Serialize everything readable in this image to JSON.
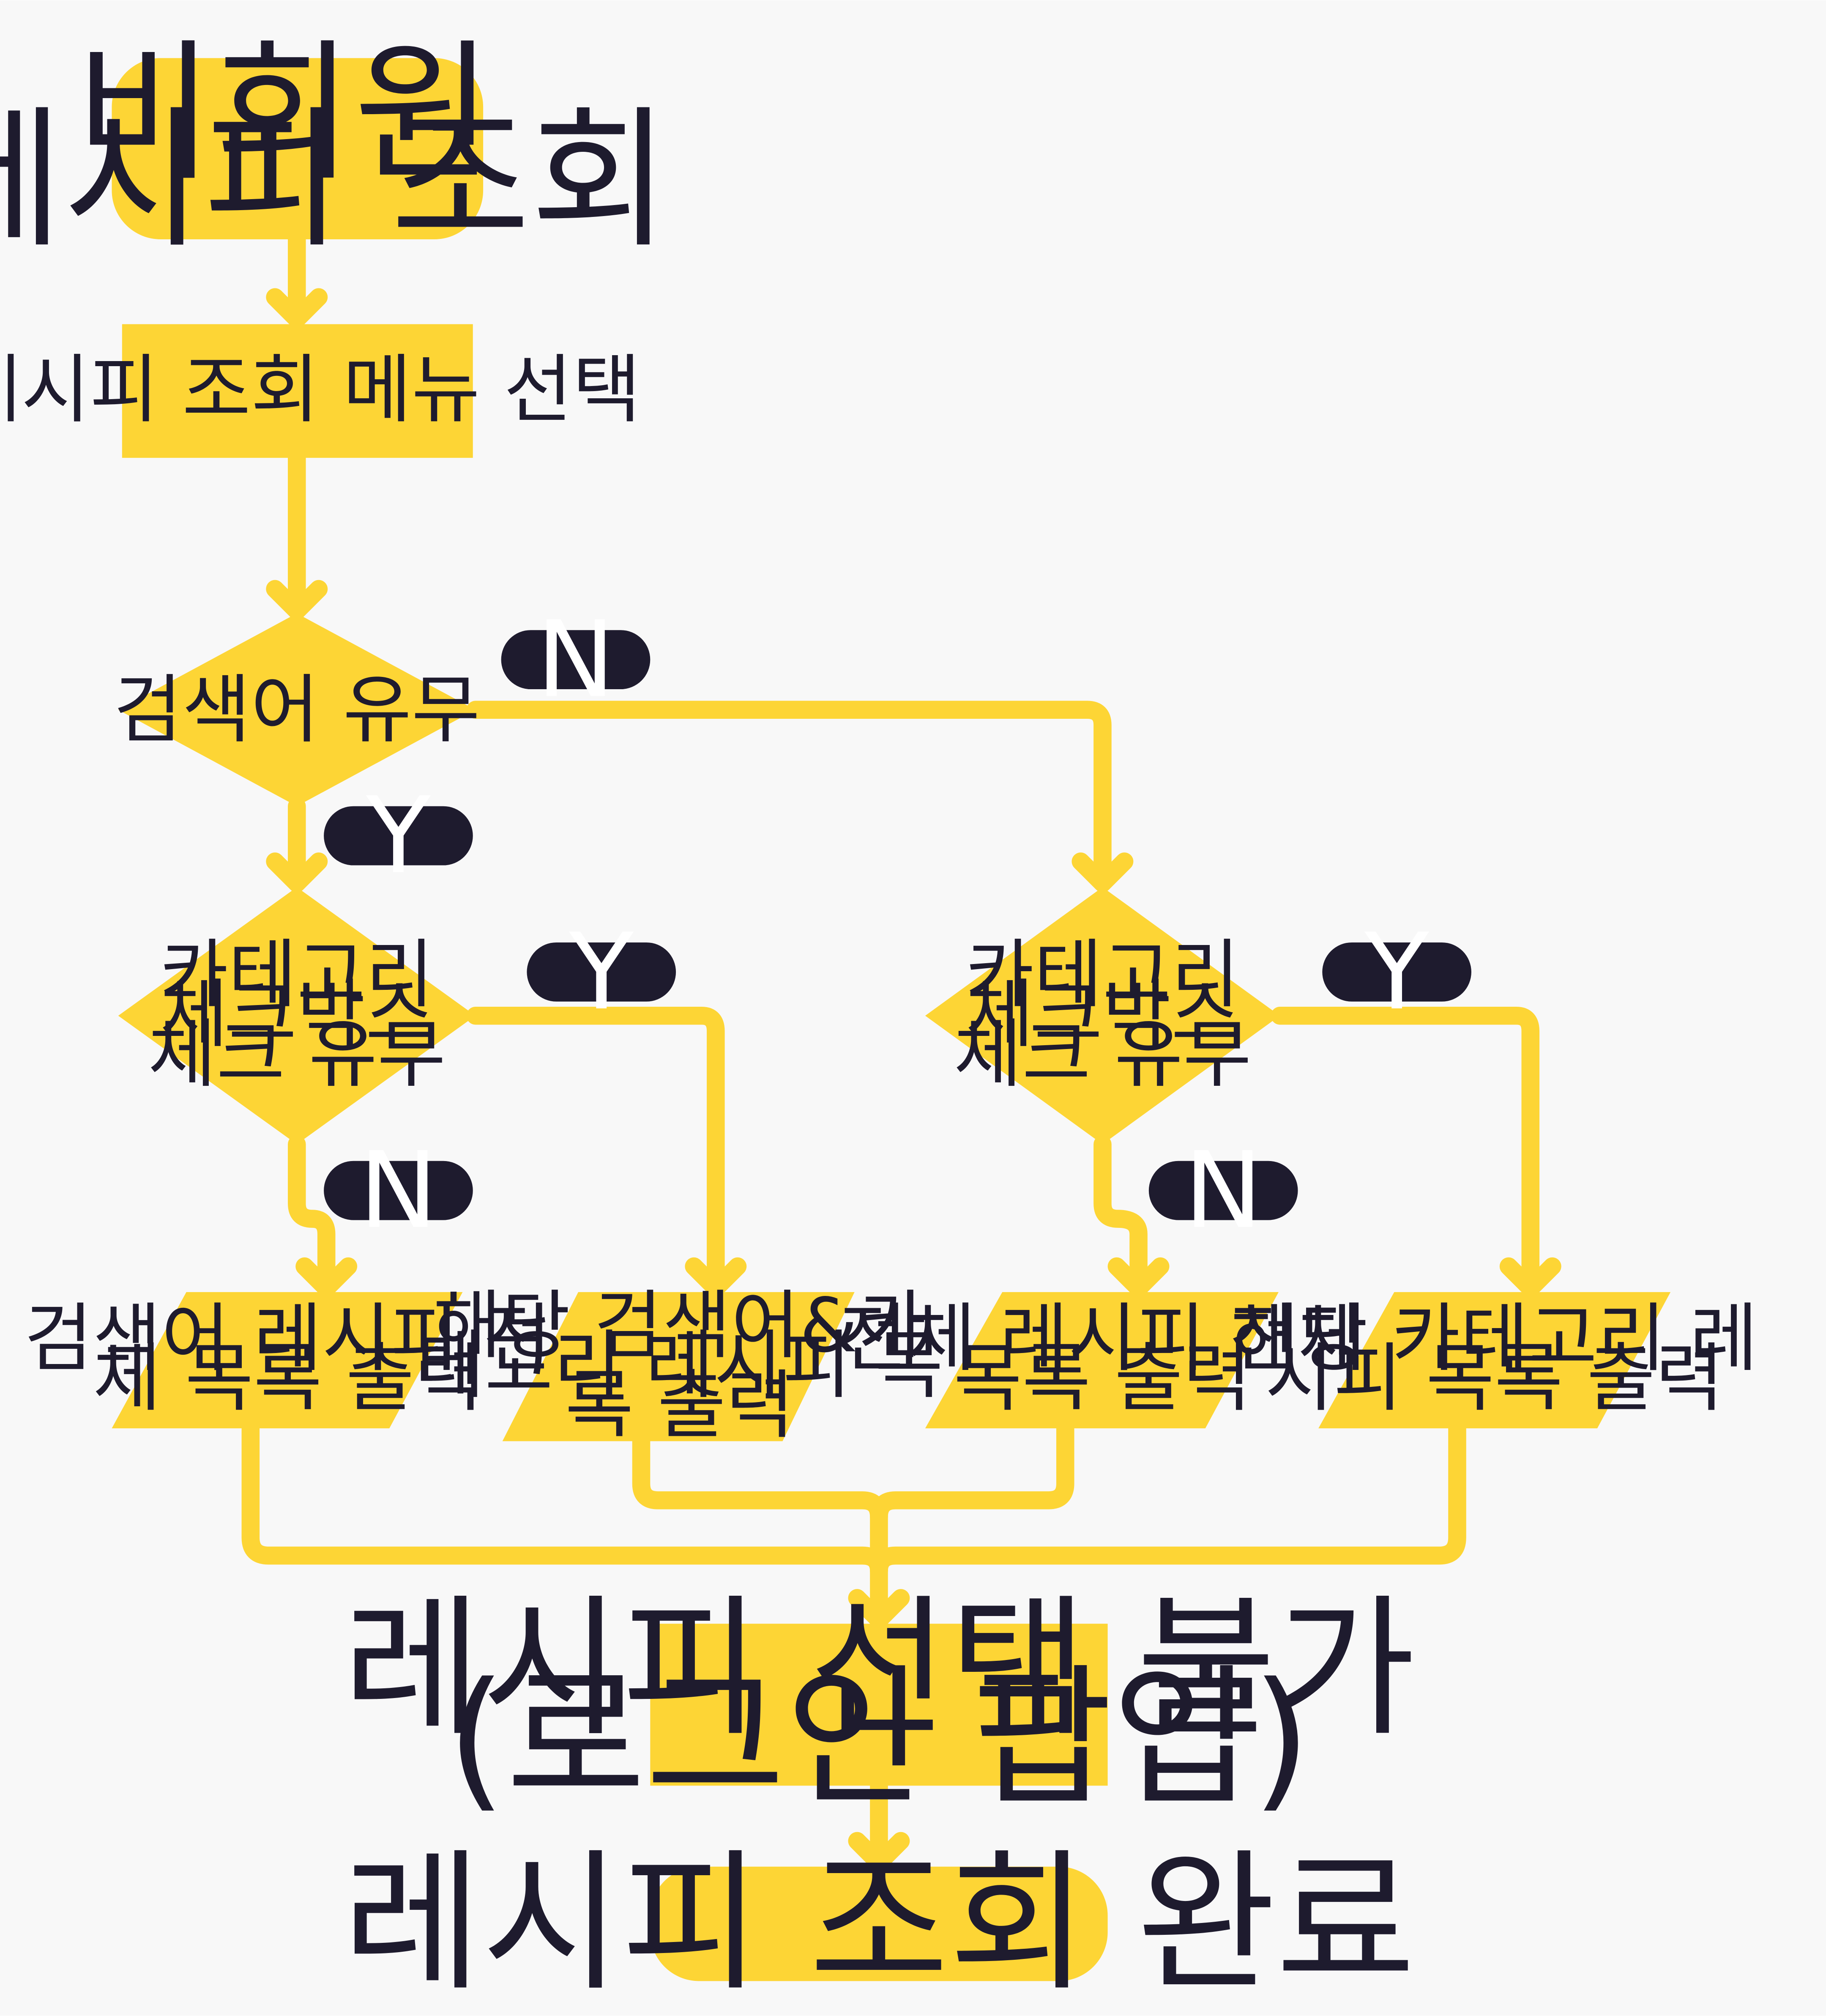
{
  "diagram": {
    "nodes": {
      "start": {
        "lines": [
          "비회원",
          "레시피 조회"
        ]
      },
      "menu_select": {
        "lines": [
          "레시피 조회 메뉴 선택"
        ]
      },
      "search_decision": {
        "lines": [
          "검색어 유무"
        ]
      },
      "category_left": {
        "lines": [
          "카테고리",
          "체크박스",
          "체크 유무"
        ]
      },
      "category_right": {
        "lines": [
          "카테고리",
          "체크박스",
          "체크 유무"
        ]
      },
      "out_search_all": {
        "lines": [
          "검색어  레시피 전",
          "체 목록 출력"
        ]
      },
      "out_search_category": {
        "lines": [
          "해당 검색어&카",
          "테고리 레시피 목",
          "록  출력"
        ]
      },
      "out_all": {
        "lines": [
          "전체 레시피 전체",
          "목록 출력"
        ]
      },
      "out_category": {
        "lines": [
          "해당  카테고리 레",
          "시피 목록 출력"
        ]
      },
      "no_select": {
        "lines": [
          "레시피 선택 불가",
          "(로그인 팝업)"
        ]
      },
      "end": {
        "lines": [
          "레시피 조회 완료"
        ]
      }
    },
    "edge_labels": {
      "search_no": "N",
      "search_yes": "Y",
      "left_yes": "Y",
      "left_no": "N",
      "right_yes": "Y",
      "right_no": "N"
    },
    "colors": {
      "background": "#f8f8f8",
      "node_fill": "#fdd535",
      "connector": "#fdd535",
      "badge_fill": "#1e1b2e",
      "badge_text": "#ffffff",
      "node_text": "#1e1b2e"
    }
  }
}
